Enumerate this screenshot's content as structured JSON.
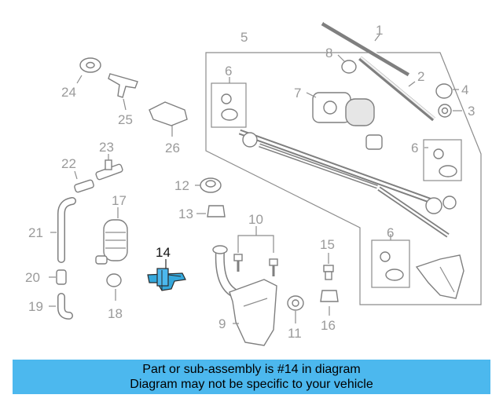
{
  "callouts": {
    "c1": "1",
    "c2": "2",
    "c3": "3",
    "c4": "4",
    "c5": "5",
    "c6a": "6",
    "c6b": "6",
    "c6c": "6",
    "c7": "7",
    "c8": "8",
    "c9": "9",
    "c10": "10",
    "c11": "11",
    "c12": "12",
    "c13": "13",
    "c14": "14",
    "c15": "15",
    "c16": "16",
    "c17": "17",
    "c18": "18",
    "c19": "19",
    "c20": "20",
    "c21": "21",
    "c22": "22",
    "c23": "23",
    "c24": "24",
    "c25": "25",
    "c26": "26"
  },
  "highlight": {
    "part_number": "14",
    "color": "#35a8dc"
  },
  "banner": {
    "line1": "Part or sub-assembly is #14 in diagram",
    "line2": "Diagram may not be specific to your vehicle",
    "background": "#4cb8ee"
  }
}
